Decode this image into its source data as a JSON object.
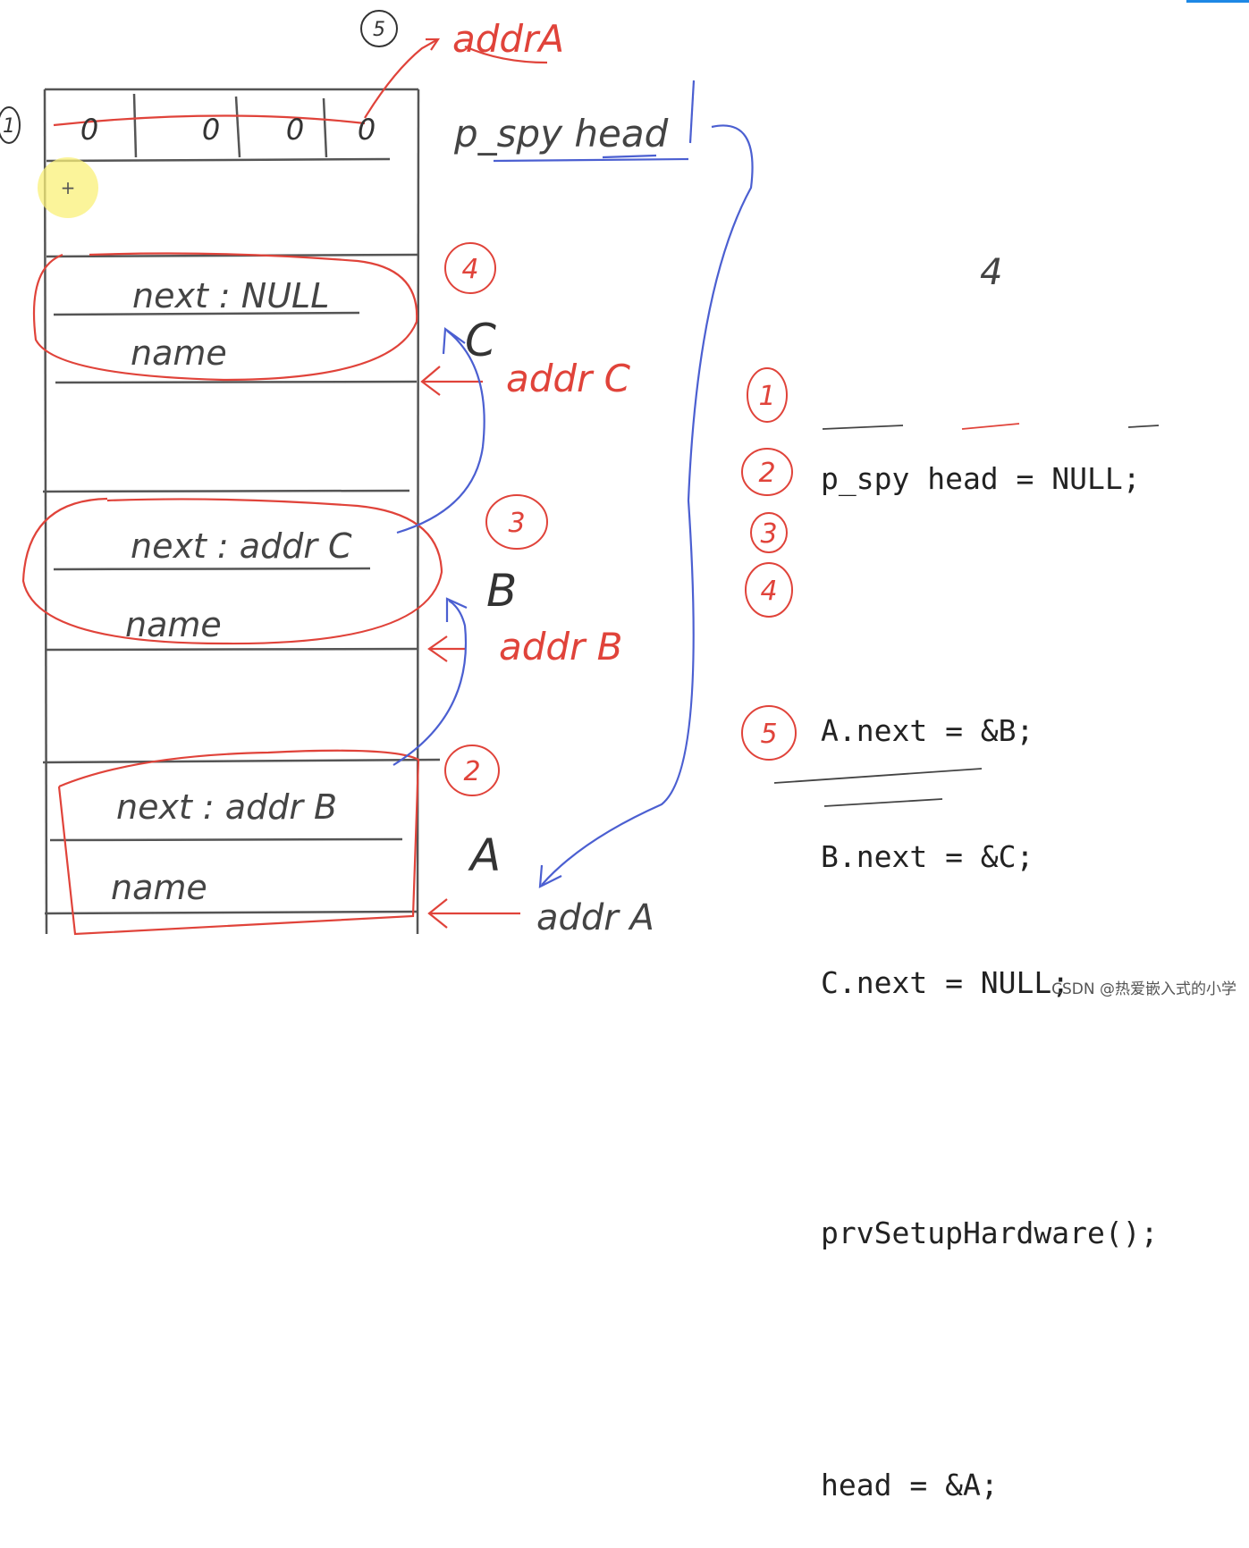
{
  "memory_diagram": {
    "top_box_zeros": [
      "0",
      "0",
      "0",
      "0"
    ],
    "block_C": {
      "next": "next : NULL",
      "name": "name",
      "label": "C",
      "addr": "addr C",
      "step": "4"
    },
    "block_B": {
      "next": "next : addr C",
      "name": "name",
      "label": "B",
      "addr": "addr B",
      "step": "3"
    },
    "block_A": {
      "next": "next : addr B",
      "name": "name",
      "label": "A",
      "addr": "addr A",
      "step": "2"
    },
    "pointer_label": "p_spy head",
    "pointer_value": "addrA",
    "step_1": "1",
    "step_5": "5",
    "stray_mark": "4"
  },
  "code": {
    "line1": "p_spy head = NULL;",
    "line2": "A.next = &B;",
    "line3": "B.next = &C;",
    "line4": "C.next = NULL;",
    "line5": "prvSetupHardware();",
    "line6": "head = &A;"
  },
  "step_markers": [
    "1",
    "2",
    "3",
    "4",
    "5"
  ],
  "watermark": "CSDN @热爱嵌入式的小学",
  "colors": {
    "red": "#e0433a",
    "blue": "#4b5fd1",
    "ink": "#444444"
  }
}
